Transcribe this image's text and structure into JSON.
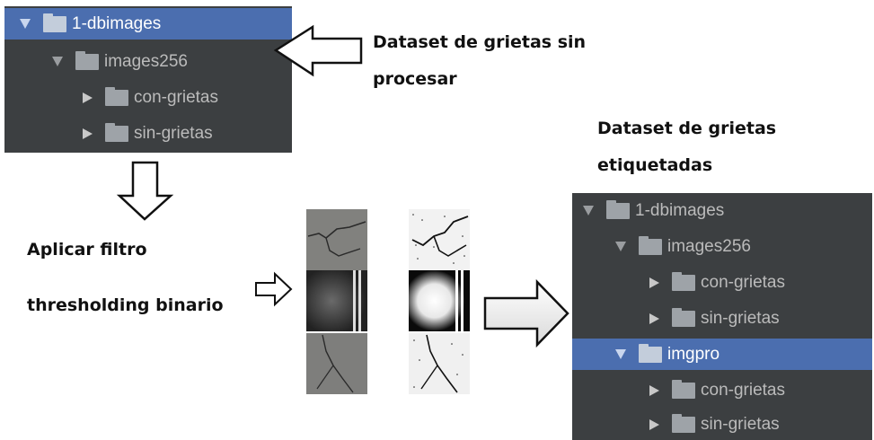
{
  "tree_raw": {
    "items": [
      {
        "label": "1-dbimages",
        "expanded": true,
        "selected": true
      },
      {
        "label": "images256",
        "expanded": true,
        "selected": false
      },
      {
        "label": "con-grietas",
        "expanded": false,
        "selected": false
      },
      {
        "label": "sin-grietas",
        "expanded": false,
        "selected": false
      }
    ]
  },
  "tree_labeled": {
    "items": [
      {
        "label": "1-dbimages",
        "expanded": true,
        "selected": false
      },
      {
        "label": "images256",
        "expanded": true,
        "selected": false
      },
      {
        "label": "con-grietas",
        "expanded": false,
        "selected": false
      },
      {
        "label": "sin-grietas",
        "expanded": false,
        "selected": false
      },
      {
        "label": "imgpro",
        "expanded": true,
        "selected": true
      },
      {
        "label": "con-grietas",
        "expanded": false,
        "selected": false
      },
      {
        "label": "sin-grietas",
        "expanded": false,
        "selected": false
      }
    ]
  },
  "labels": {
    "raw_dataset": [
      "Dataset de grietas sin",
      "procesar"
    ],
    "labeled_dataset": [
      "Dataset de grietas",
      "etiquetadas"
    ],
    "filter": [
      "Aplicar filtro",
      "thresholding binario"
    ]
  },
  "colors": {
    "panel_bg": "#3c3f41",
    "selection": "#4b6eaf",
    "folder": "#9ea3a8",
    "text": "#bbbbbb"
  },
  "icons": [
    "folder-icon",
    "expand-arrow-icon",
    "collapse-arrow-icon",
    "block-arrow-icon"
  ]
}
